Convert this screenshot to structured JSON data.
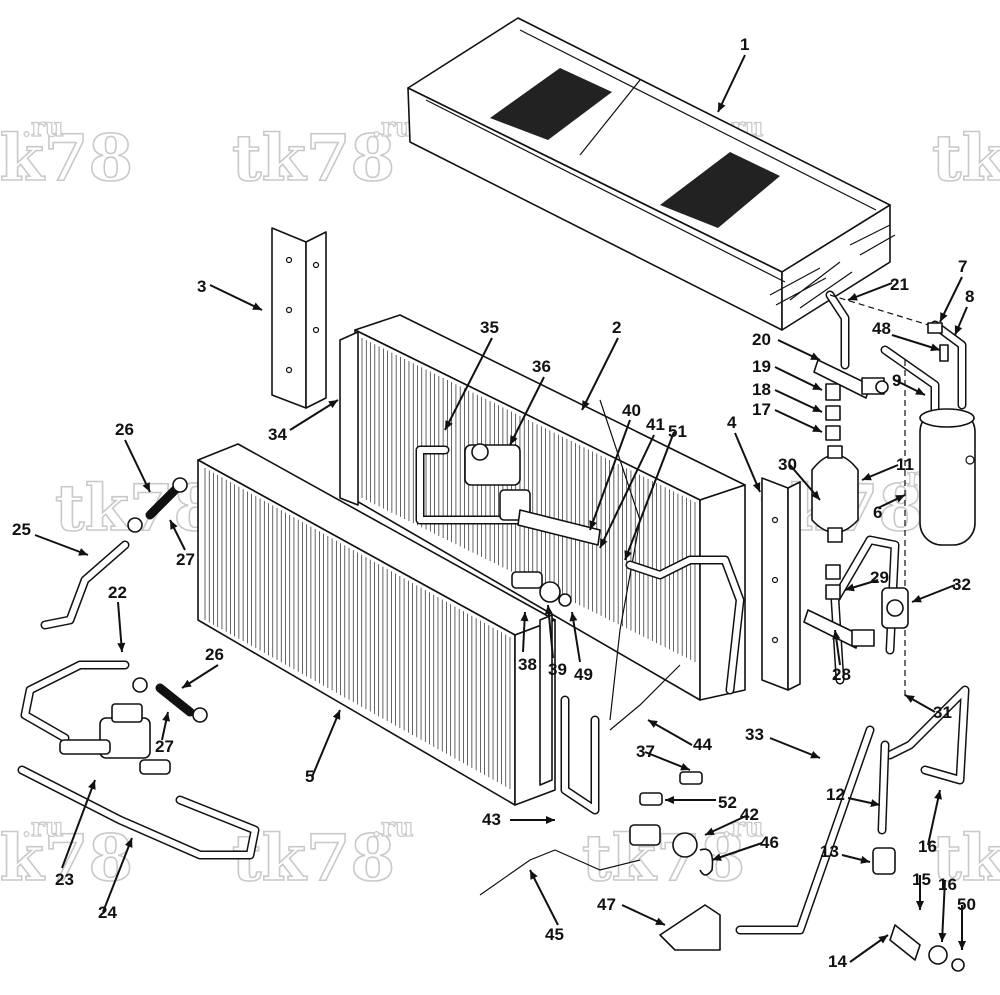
{
  "watermark": {
    "brand": "tk78",
    "suffix": ".ru"
  },
  "callouts": [
    {
      "id": "c1",
      "text": "1"
    },
    {
      "id": "c2",
      "text": "2"
    },
    {
      "id": "c3",
      "text": "3"
    },
    {
      "id": "c4",
      "text": "4"
    },
    {
      "id": "c5",
      "text": "5"
    },
    {
      "id": "c6",
      "text": "6"
    },
    {
      "id": "c7",
      "text": "7"
    },
    {
      "id": "c8",
      "text": "8"
    },
    {
      "id": "c9",
      "text": "9"
    },
    {
      "id": "c11",
      "text": "11"
    },
    {
      "id": "c12",
      "text": "12"
    },
    {
      "id": "c13",
      "text": "13"
    },
    {
      "id": "c14",
      "text": "14"
    },
    {
      "id": "c15",
      "text": "15"
    },
    {
      "id": "c16a",
      "text": "16"
    },
    {
      "id": "c16b",
      "text": "16"
    },
    {
      "id": "c17",
      "text": "17"
    },
    {
      "id": "c18",
      "text": "18"
    },
    {
      "id": "c19",
      "text": "19"
    },
    {
      "id": "c20",
      "text": "20"
    },
    {
      "id": "c21",
      "text": "21"
    },
    {
      "id": "c22",
      "text": "22"
    },
    {
      "id": "c23",
      "text": "23"
    },
    {
      "id": "c24",
      "text": "24"
    },
    {
      "id": "c25",
      "text": "25"
    },
    {
      "id": "c26a",
      "text": "26"
    },
    {
      "id": "c26b",
      "text": "26"
    },
    {
      "id": "c27a",
      "text": "27"
    },
    {
      "id": "c27b",
      "text": "27"
    },
    {
      "id": "c28",
      "text": "28"
    },
    {
      "id": "c29",
      "text": "29"
    },
    {
      "id": "c30",
      "text": "30"
    },
    {
      "id": "c31",
      "text": "31"
    },
    {
      "id": "c32",
      "text": "32"
    },
    {
      "id": "c33",
      "text": "33"
    },
    {
      "id": "c34",
      "text": "34"
    },
    {
      "id": "c35",
      "text": "35"
    },
    {
      "id": "c36",
      "text": "36"
    },
    {
      "id": "c37",
      "text": "37"
    },
    {
      "id": "c38",
      "text": "38"
    },
    {
      "id": "c39",
      "text": "39"
    },
    {
      "id": "c40",
      "text": "40"
    },
    {
      "id": "c41",
      "text": "41"
    },
    {
      "id": "c42",
      "text": "42"
    },
    {
      "id": "c43",
      "text": "43"
    },
    {
      "id": "c44",
      "text": "44"
    },
    {
      "id": "c45",
      "text": "45"
    },
    {
      "id": "c46",
      "text": "46"
    },
    {
      "id": "c47",
      "text": "47"
    },
    {
      "id": "c48",
      "text": "48"
    },
    {
      "id": "c49",
      "text": "49"
    },
    {
      "id": "c50",
      "text": "50"
    },
    {
      "id": "c51",
      "text": "51"
    },
    {
      "id": "c52",
      "text": "52"
    }
  ]
}
